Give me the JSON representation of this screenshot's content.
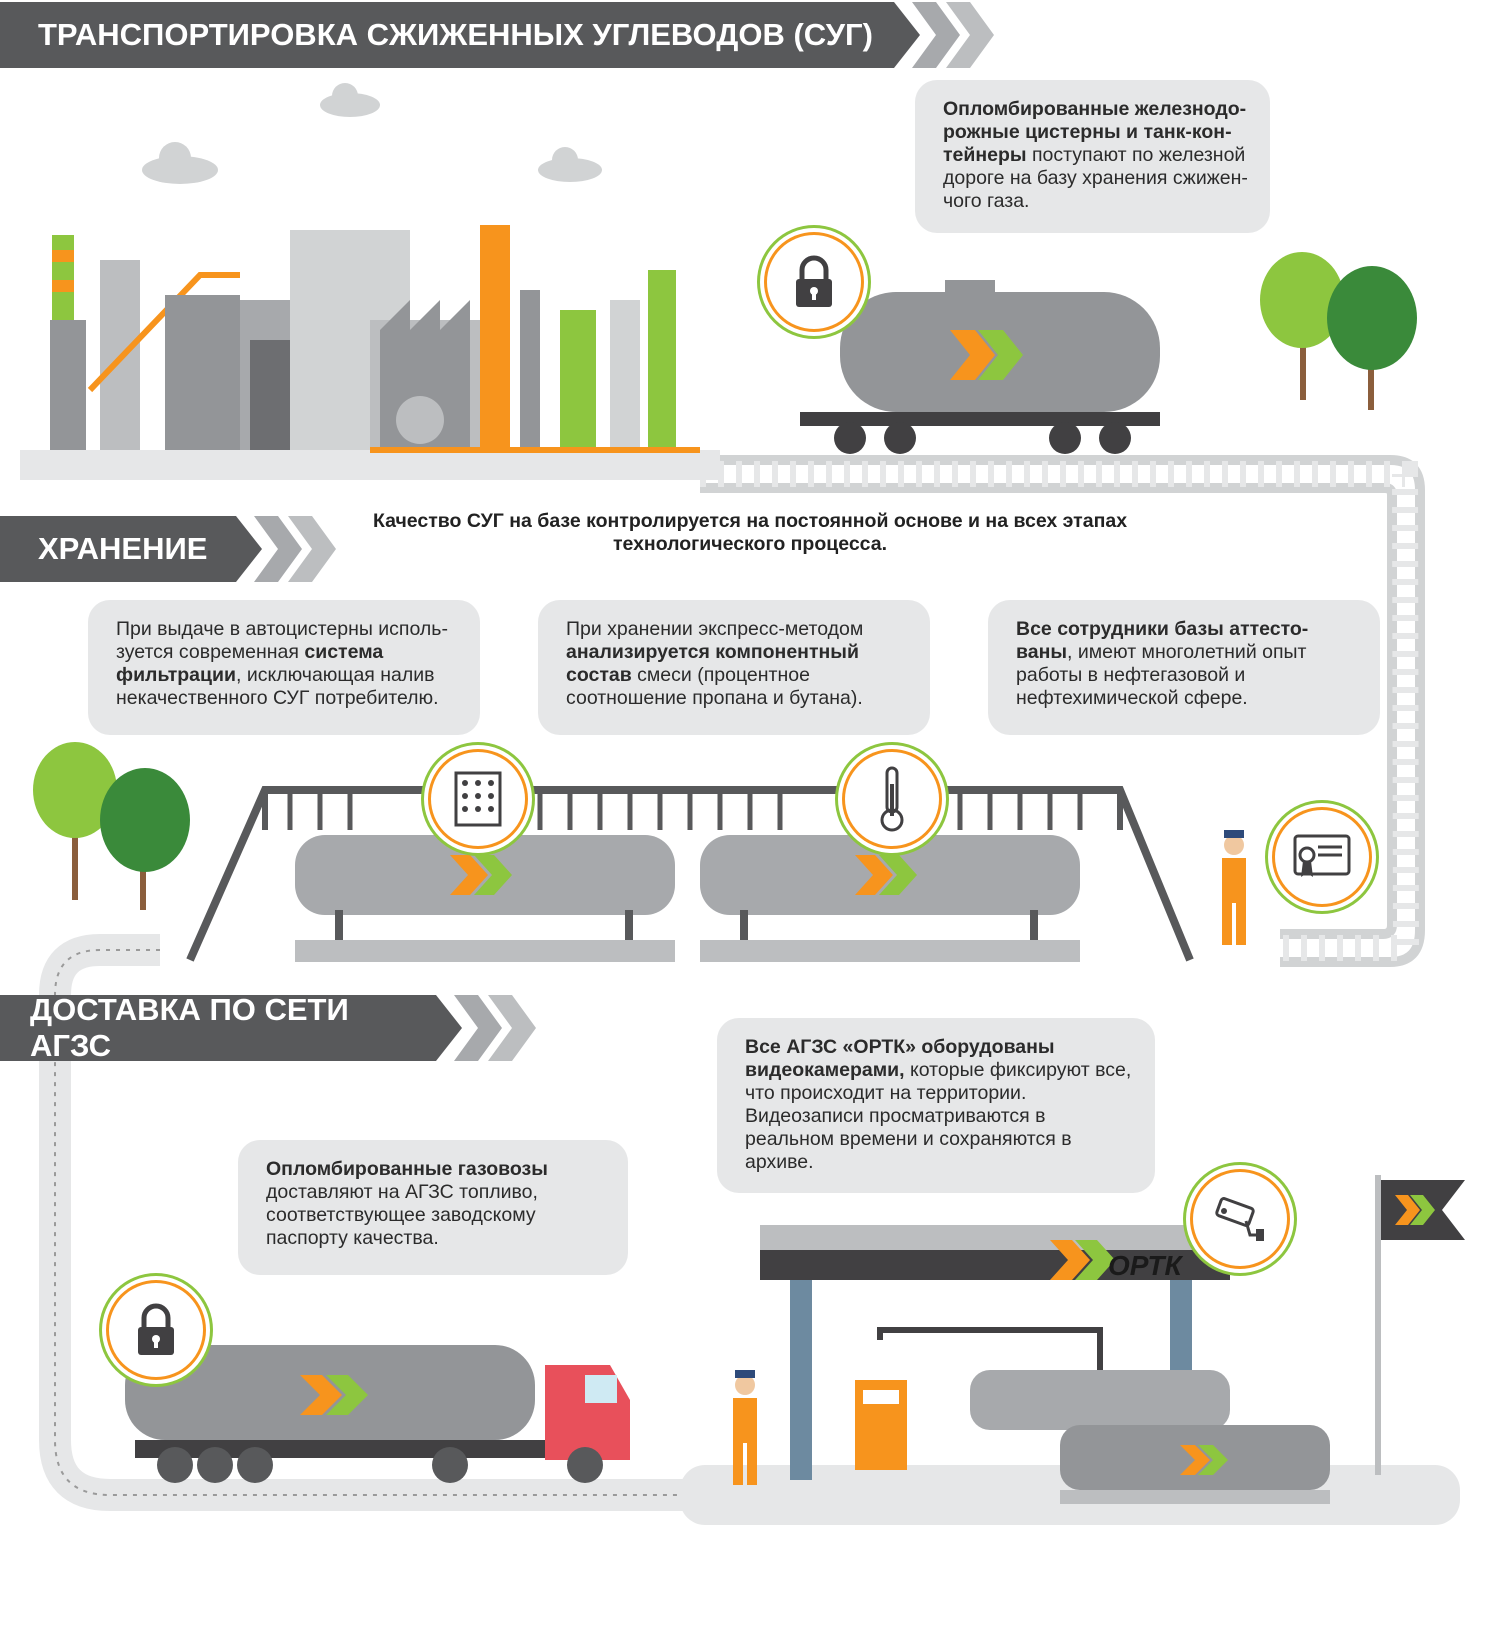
{
  "sections": {
    "transport": "ТРАНСПОРТИРОВКА СЖИЖЕННЫХ УГЛЕВОДОВ (СУГ)",
    "storage": "ХРАНЕНИЕ",
    "delivery": "ДОСТАВКА ПО СЕТИ АГЗС"
  },
  "callouts": {
    "rail": {
      "bold": "Опломбированные железнодо-рожные цистерны и танк-кон-тейнеры",
      "text": " поступают по железной дороге на базу хранения сжижен-чого газа."
    },
    "quality": "Качество СУГ на базе контролируется на постоянной основе и на всех этапах технологического процесса.",
    "filtration": {
      "pre": "При выдаче в автоцистерны исполь-зуется современная ",
      "bold": "система фильтрации",
      "post": ", исключающая налив некачественного СУГ потребителю."
    },
    "analysis": {
      "pre": "При хранении экспресс-методом ",
      "bold": "анализируется компонентный состав",
      "post": " смеси (процентное соотношение пропана и бутана)."
    },
    "staff": {
      "bold": "Все сотрудники базы аттесто-ваны",
      "text": ", имеют многолетний опыт работы в нефтегазовой и нефтехимической сфере."
    },
    "trucks": {
      "bold": "Опломбированные газовозы",
      "text": " доставляют на АГЗС топливо, соответствующее заводскому паспорту качества."
    },
    "cameras": {
      "bold": "Все АГЗС «ОРТК» оборудованы видеокамерами,",
      "text": " которые фиксируют все, что происходит на территории. Видеозаписи просматриваются в реальном времени и сохраняются в архиве."
    }
  },
  "brand": "ОРТК",
  "icons": [
    "lock-icon",
    "filter-icon",
    "thermometer-icon",
    "certificate-icon",
    "camera-icon"
  ],
  "colors": {
    "orange": "#f7941d",
    "green": "#8dc63f",
    "dark_gray": "#58595b",
    "light_gray": "#e6e7e8"
  }
}
